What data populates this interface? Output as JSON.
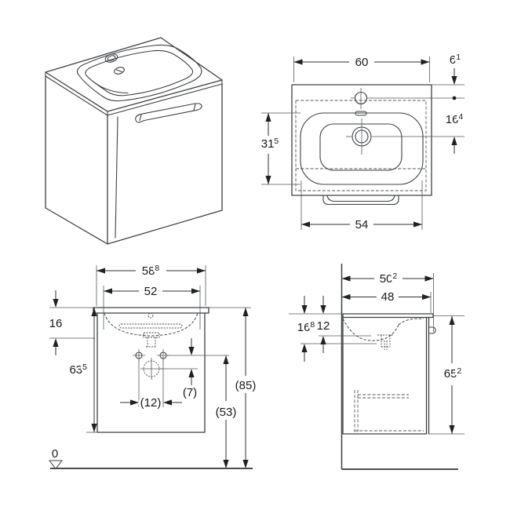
{
  "drawing": {
    "kind": "washbasin-cabinet-technical-drawing",
    "colors": {
      "line": "#3d4043",
      "thin_line": "#55595d",
      "text": "#17191b",
      "background": "#ffffff"
    }
  },
  "views": {
    "top": {
      "overall_width": {
        "value": "60",
        "sup": ""
      },
      "tap_hole_setback": {
        "value": "6",
        "sup": "1"
      },
      "tap_to_drain": {
        "value": "16",
        "sup": "4"
      },
      "basin_depth": {
        "value": "31",
        "sup": "5"
      },
      "basin_width": {
        "value": "54",
        "sup": ""
      }
    },
    "front": {
      "washbasin_width": {
        "value": "58",
        "sup": "8"
      },
      "inner_width": {
        "value": "52",
        "sup": ""
      },
      "basin_height": {
        "value": "16",
        "sup": ""
      },
      "cabinet_height": {
        "value": "63",
        "sup": "5"
      },
      "hole_spacing": {
        "value": "(12)",
        "sup": ""
      },
      "hole_offset": {
        "value": "(7)",
        "sup": ""
      },
      "rim_height": {
        "value": "(85)",
        "sup": ""
      },
      "clearance_height": {
        "value": "(53)",
        "sup": ""
      },
      "floor_datum": {
        "value": "0",
        "sup": ""
      }
    },
    "side": {
      "overall_depth": {
        "value": "50",
        "sup": "2"
      },
      "cabinet_depth": {
        "value": "48",
        "sup": ""
      },
      "trap_depth": {
        "value": "16",
        "sup": "8"
      },
      "drain_depth": {
        "value": "12",
        "sup": ""
      },
      "overall_height": {
        "value": "65",
        "sup": "2"
      }
    }
  }
}
